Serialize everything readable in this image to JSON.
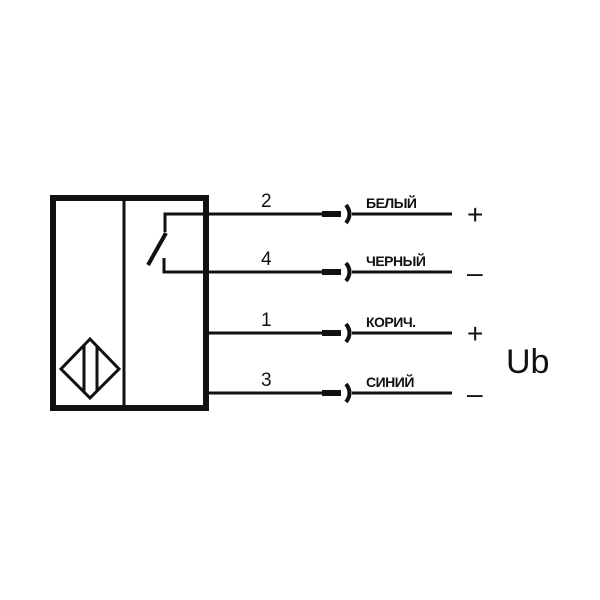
{
  "wires": [
    {
      "pin": "2",
      "color_label": "БЕЛЫЙ",
      "polarity": "+"
    },
    {
      "pin": "4",
      "color_label": "ЧЕРНЫЙ",
      "polarity": "–"
    },
    {
      "pin": "1",
      "color_label": "КОРИЧ.",
      "polarity": "+"
    },
    {
      "pin": "3",
      "color_label": "СИНИЙ",
      "polarity": "–"
    }
  ],
  "supply_label": "Ub"
}
